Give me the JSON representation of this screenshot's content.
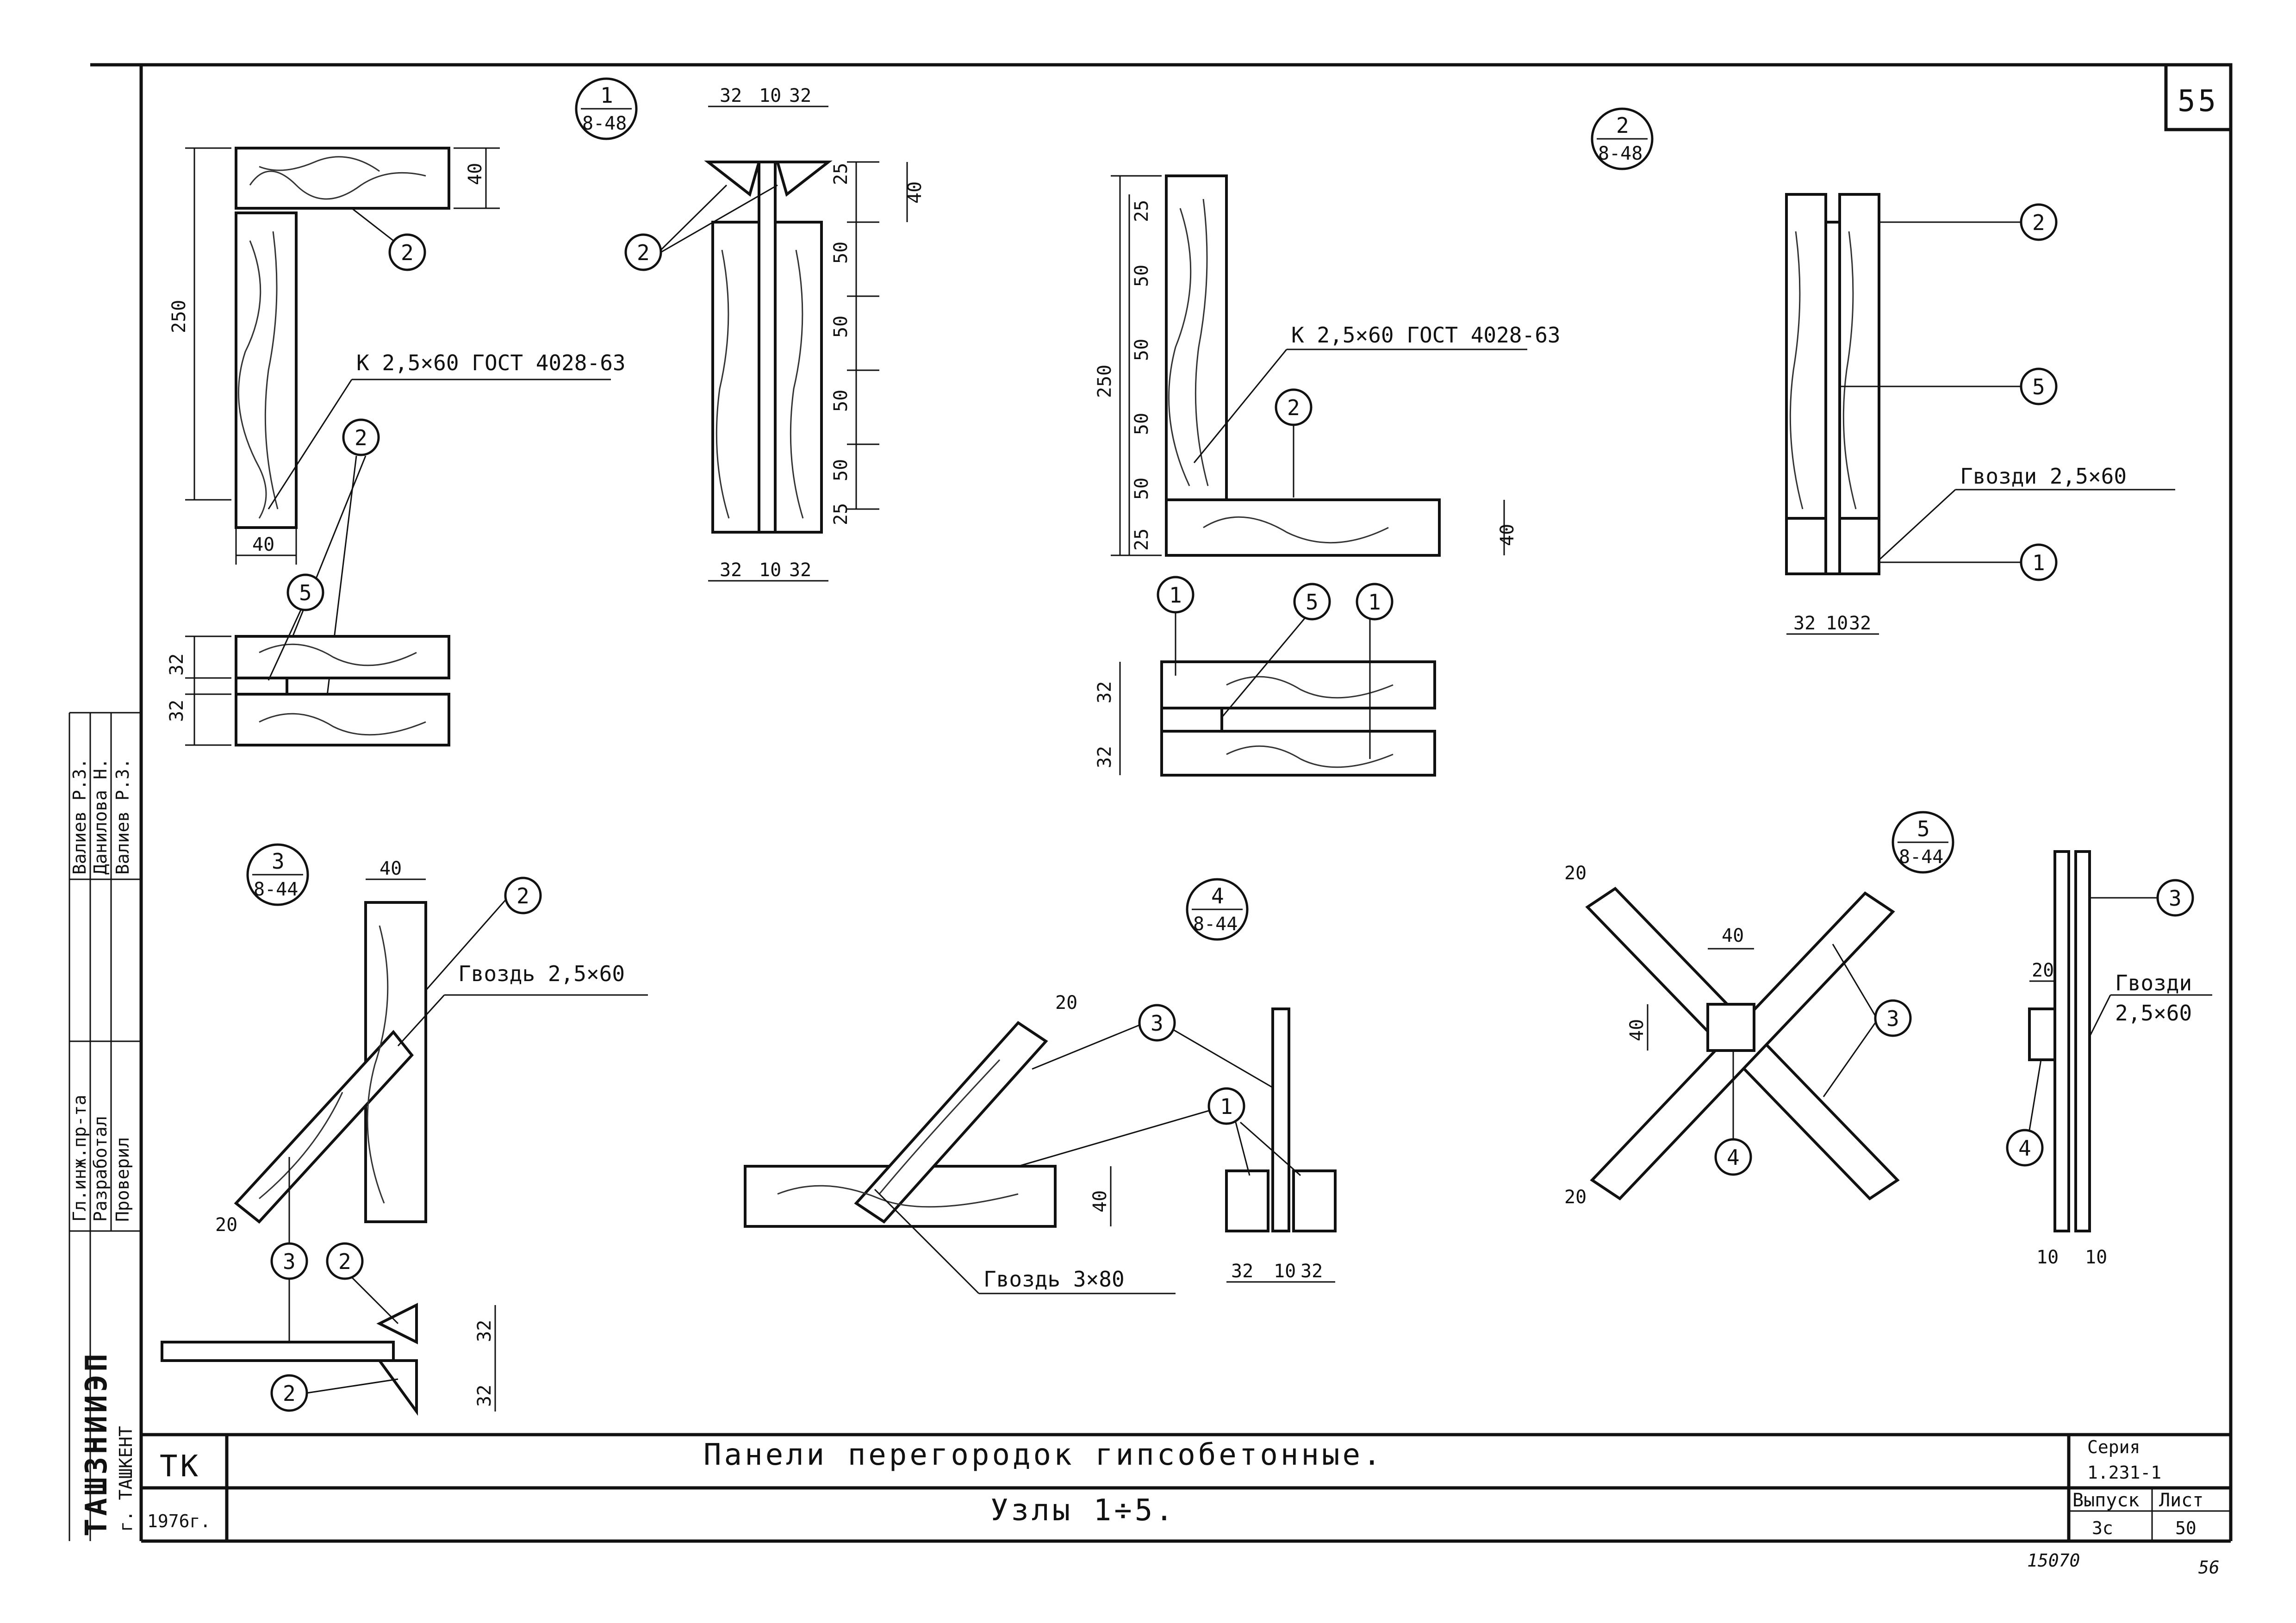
{
  "page_number": "55",
  "title_block": {
    "organization_code": "ТК",
    "year": "1976г.",
    "city": "г. ТАШКЕНТ",
    "institute": "ТАШЗНИИЭП",
    "title_line1": "Панели перегородок гипсобетонные.",
    "title_line2": "Узлы 1÷5.",
    "series_label": "Серия",
    "series_value": "1.231-1",
    "issue_label": "Выпуск",
    "issue_value": "3с",
    "sheet_label": "Лист",
    "sheet_value": "50",
    "signatures": [
      {
        "role": "Гл.инж.пр-та",
        "name": "Валиев Р.З."
      },
      {
        "role": "Разработал",
        "name": "Данилова Н."
      },
      {
        "role": "Проверил",
        "name": "Валиев Р.З."
      }
    ]
  },
  "footer": {
    "archive_number": "15070",
    "corner_number": "56"
  },
  "nodes": [
    {
      "number": "1",
      "sheet": "8-48"
    },
    {
      "number": "2",
      "sheet": "8-48"
    },
    {
      "number": "3",
      "sheet": "8-44"
    },
    {
      "number": "4",
      "sheet": "8-44"
    },
    {
      "number": "5",
      "sheet": "8-44"
    }
  ],
  "notes": {
    "nail_k": "К 2,5×60 ГОСТ 4028-63",
    "nails_2560": "Гвозди 2,5×60",
    "nail_2560": "Гвоздь 2,5×60",
    "nail_380": "Гвоздь 3×80",
    "nails_2560_line1": "Гвозди",
    "nails_2560_line2": "2,5×60"
  },
  "positions": [
    "1",
    "2",
    "3",
    "4",
    "5"
  ],
  "dimensions": {
    "d250": "250",
    "d40": "40",
    "d32": "32",
    "d10": "10",
    "d20": "20",
    "d25": "25",
    "d50": "50"
  }
}
